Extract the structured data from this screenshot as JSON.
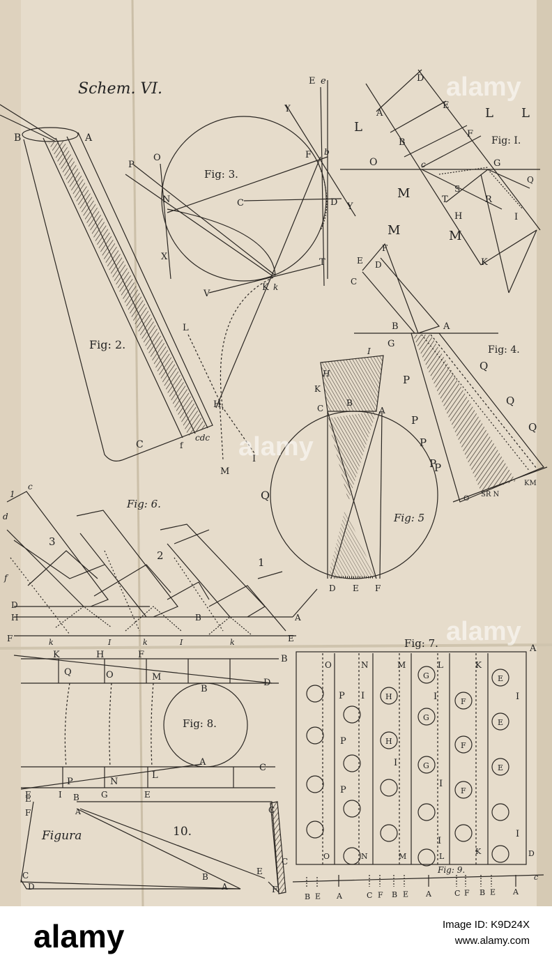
{
  "plate_title": "Schem. VI.",
  "figure_captions": {
    "fig1": "Fig: I.",
    "fig2": "Fig: 2.",
    "fig3": "Fig: 3.",
    "fig4": "Fig: 4.",
    "fig5": "Fig: 5",
    "fig6": "Fig: 6.",
    "fig7": "Fig: 7.",
    "fig8": "Fig: 8.",
    "fig9": "Fig: 9.",
    "fig10_word": "Figura",
    "fig10_number": "10."
  },
  "fig6_part_numbers": [
    "1",
    "2",
    "3"
  ],
  "fig7_bottom_letters": [
    "B",
    "E",
    "A",
    "C",
    "F",
    "B",
    "E",
    "A",
    "C",
    "F",
    "B",
    "E",
    "A"
  ],
  "watermark_text": "alamy",
  "footer": {
    "logo": "alamy",
    "image_id_label": "Image ID: K9D24X",
    "site": "www.alamy.com"
  }
}
